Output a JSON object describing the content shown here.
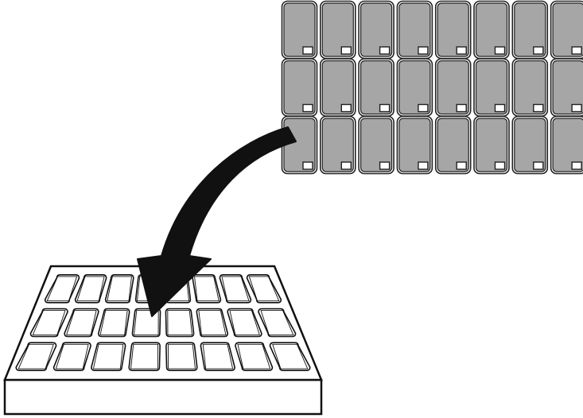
{
  "diagram": {
    "description_free": true,
    "cards": {
      "rows": 3,
      "columns": 8,
      "fill": "#a6a6a6",
      "stroke": "#222222",
      "tab_fill": "#ffffff"
    },
    "tray": {
      "rows": 3,
      "columns": 8,
      "fill": "#ffffff",
      "stroke": "#111111"
    },
    "arrow": {
      "fill": "#111111",
      "icon": "curved-arrow-icon"
    }
  }
}
